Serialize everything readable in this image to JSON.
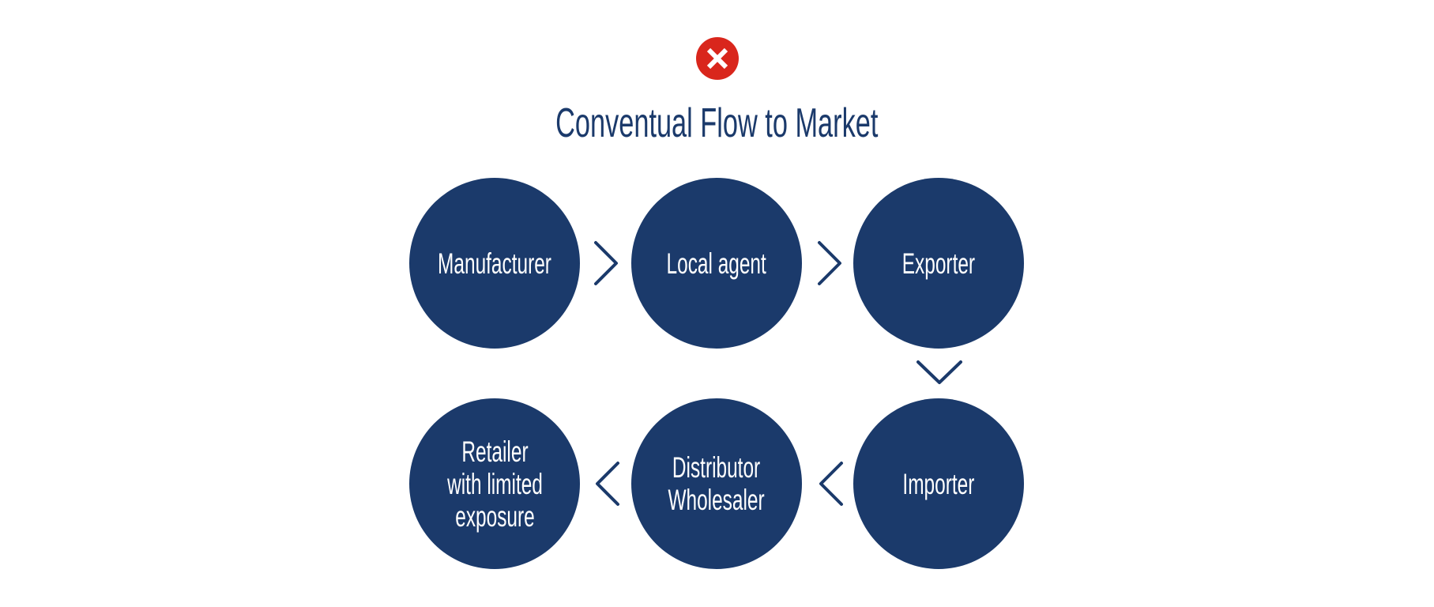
{
  "status_icon": {
    "name": "error-x-icon",
    "color": "#d9261c"
  },
  "title": "Conventual Flow to Market",
  "colors": {
    "node": "#1b3a6b",
    "title": "#1b3a6b",
    "arrow": "#1b3a6b"
  },
  "nodes": [
    {
      "id": "manufacturer",
      "label": "Manufacturer"
    },
    {
      "id": "local-agent",
      "label": "Local agent"
    },
    {
      "id": "exporter",
      "label": "Exporter"
    },
    {
      "id": "importer",
      "label": "Importer"
    },
    {
      "id": "distributor-wholesaler",
      "label": "Distributor\nWholesaler"
    },
    {
      "id": "retailer",
      "label": "Retailer\nwith limited\nexposure"
    }
  ],
  "edges": [
    {
      "from": "manufacturer",
      "to": "local-agent",
      "direction": "right"
    },
    {
      "from": "local-agent",
      "to": "exporter",
      "direction": "right"
    },
    {
      "from": "exporter",
      "to": "importer",
      "direction": "down"
    },
    {
      "from": "importer",
      "to": "distributor-wholesaler",
      "direction": "left"
    },
    {
      "from": "distributor-wholesaler",
      "to": "retailer",
      "direction": "left"
    }
  ]
}
